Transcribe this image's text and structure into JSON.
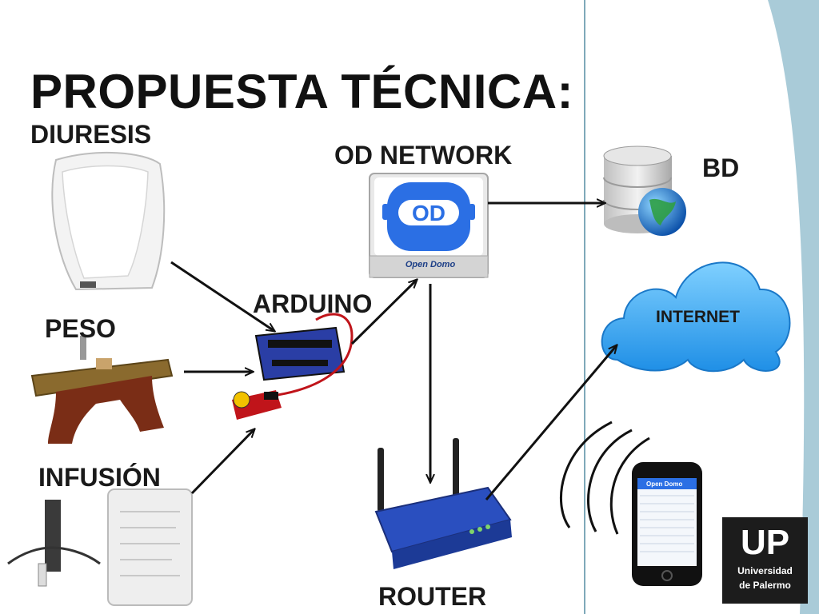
{
  "title": "PROPUESTA TÉCNICA:",
  "labels": {
    "diuresis": "DIURESIS",
    "od_network": "OD NETWORK",
    "bd": "BD",
    "arduino": "ARDUINO",
    "peso": "PESO",
    "internet": "INTERNET",
    "infusion": "INFUSIÓN",
    "router": "ROUTER"
  },
  "od_logo_text": "OD",
  "od_brand": "Open Domo",
  "phone_brand": "Open Domo",
  "logo": {
    "initials": "UP",
    "line1": "Universidad",
    "line2": "de Palermo"
  },
  "colors": {
    "accent_blue": "#2f8fe0",
    "od_blue": "#2b6fe4",
    "panel_blue": "#a9cbd8",
    "router_blue": "#2a4fbf",
    "arrow": "#111111"
  }
}
